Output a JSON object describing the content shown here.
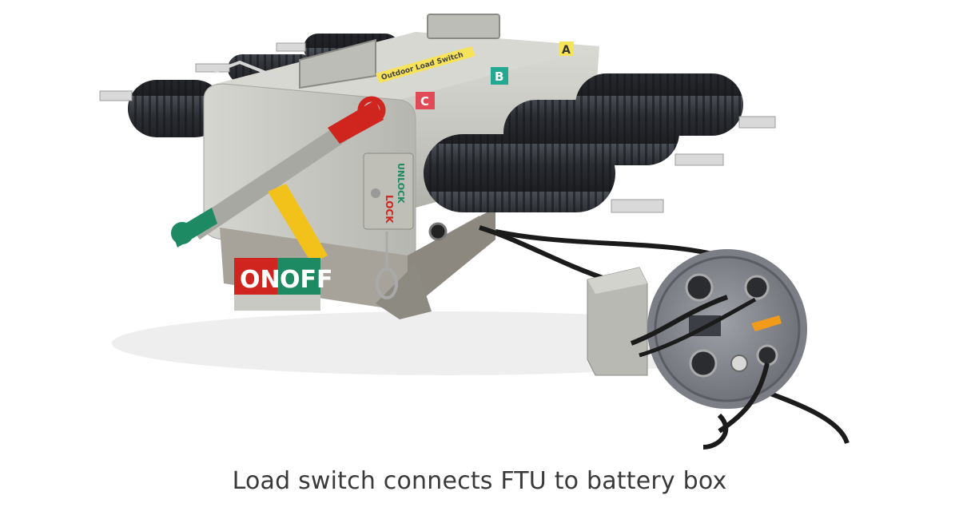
{
  "caption": "Load switch connects FTU to battery box",
  "switch": {
    "phase_labels": [
      "A",
      "B",
      "C"
    ],
    "lock_labels": {
      "unlock": "UNLOCK",
      "lock": "LOCK"
    },
    "position_labels": {
      "on": "ON",
      "off": "OFF"
    },
    "nameplate_text": "Outdoor Load Switch"
  },
  "colors": {
    "housing": "#c9c9c3",
    "insulator": "#2f3237",
    "on_red": "#d0241f",
    "off_green": "#1e8a63",
    "handle_yellow": "#f2c21a",
    "cable": "#1b1b1b",
    "caption": "#3a3a3a"
  }
}
